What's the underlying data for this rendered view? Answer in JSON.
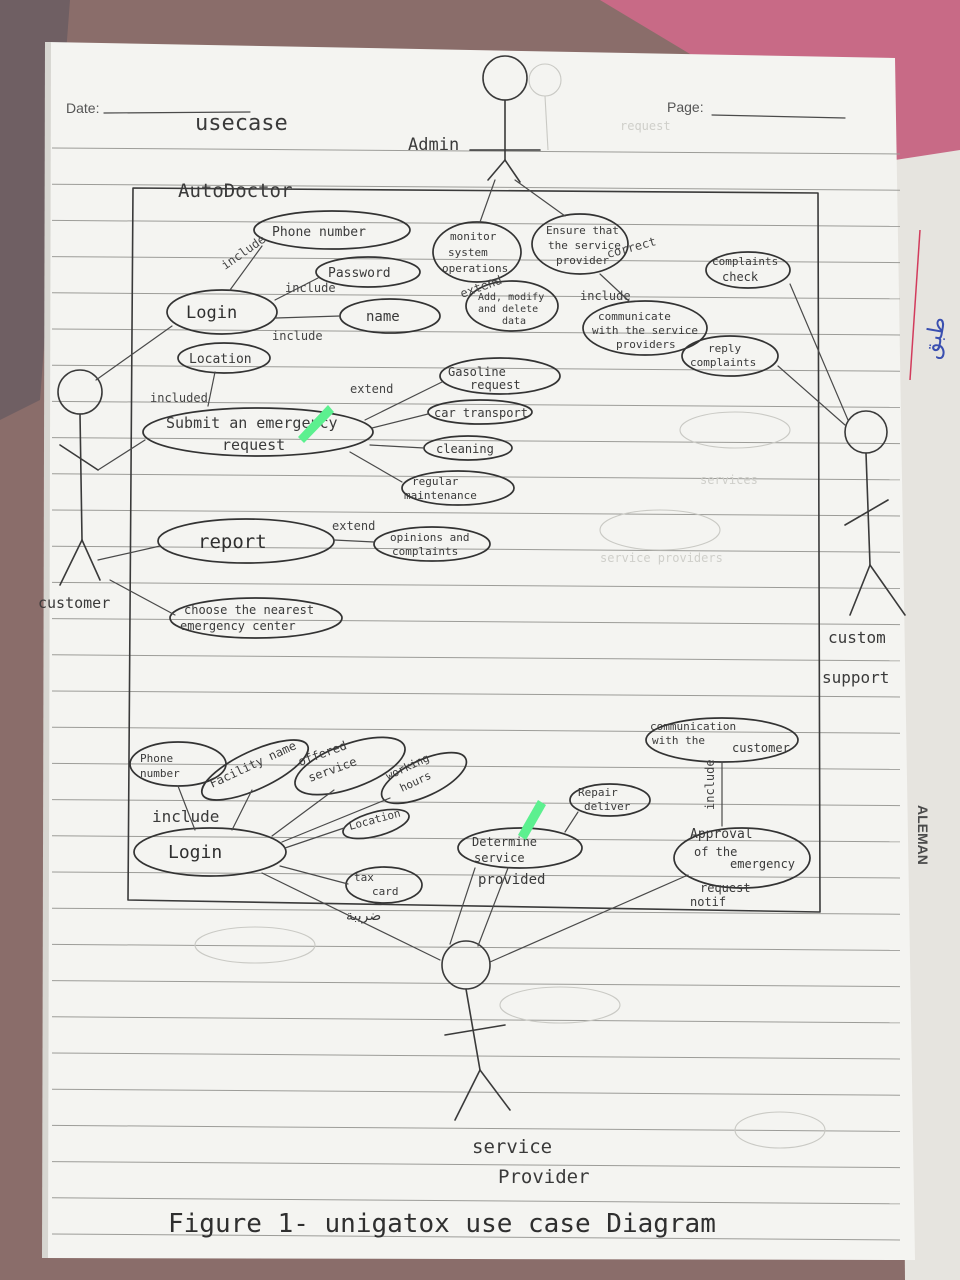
{
  "header": {
    "date_label": "Date:",
    "page_label": "Page:",
    "title": "usecase"
  },
  "system_boundary": {
    "name": "AutoDoctor"
  },
  "actors": {
    "admin": "Admin",
    "customer": "customer",
    "customer_support_1": "custom",
    "customer_support_2": "support",
    "service_provider_1": "service",
    "service_provider_2": "Provider"
  },
  "usecases": {
    "phone_number": "Phone number",
    "password": "Password",
    "name": "name",
    "login": "Login",
    "location": "Location",
    "submit_1": "Submit an emergency",
    "submit_2": "request",
    "gasoline_1": "Gasoline",
    "gasoline_2": "request",
    "car_transport": "car transport",
    "cleaning": "cleaning",
    "regular_1": "regular",
    "regular_2": "maintenance",
    "report": "report",
    "opinions_1": "opinions and",
    "opinions_2": "complaints",
    "choose_1": "choose the nearest",
    "choose_2": "emergency center",
    "monitor_1": "monitor",
    "monitor_2": "system",
    "monitor_3": "operations",
    "ensure_1": "Ensure that",
    "ensure_2": "the service",
    "ensure_3": "provider",
    "add_modify_1": "Add, modify",
    "add_modify_2": "and delete",
    "add_modify_3": "data",
    "complaints_1": "complaints",
    "complaints_2": "check",
    "communicate_1": "communicate",
    "communicate_2": "with the service",
    "communicate_3": "providers",
    "reply_1": "reply",
    "reply_2": "complaints",
    "sp_phone_1": "Phone",
    "sp_phone_2": "number",
    "facility_1": "Facility name",
    "offered_1": "offered",
    "offered_2": "service",
    "working_1": "working",
    "working_2": "hours",
    "sp_login": "Login",
    "sp_location": "Location",
    "tax_1": "tax",
    "tax_2": "card",
    "determine_1": "Determine",
    "determine_2": "service",
    "determine_3": "provided",
    "repair_1": "Repair",
    "repair_2": "deliver",
    "comm_customer_1": "communication",
    "comm_customer_2": "with the",
    "comm_customer_3": "customer",
    "approval_1": "Approval",
    "approval_2": "of the",
    "approval_3": "emergency",
    "approval_4": "request",
    "approval_5": "notif"
  },
  "relations": {
    "include": "include",
    "extend": "extend",
    "correct": "correct",
    "included": "included"
  },
  "figure_caption": "Figure 1- unigatox use case Diagram",
  "brand": "ALEMAN",
  "colors": {
    "paper": "#f4f4f1",
    "rule_line": "#9c9c98",
    "margin_line": "#c7c7c2",
    "highlight": "#5cf08f",
    "pencil": "#3a3a3a"
  }
}
